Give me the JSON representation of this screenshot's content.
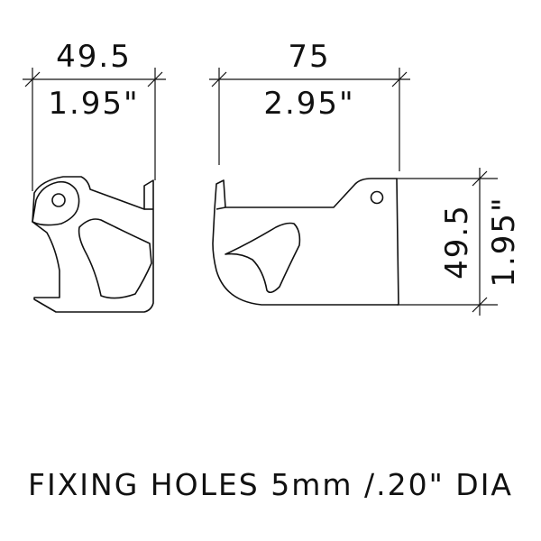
{
  "diagram": {
    "left_part": {
      "width_mm": "49.5",
      "width_in": "1.95\""
    },
    "right_part": {
      "length_mm": "75",
      "length_in": "2.95\"",
      "height_mm": "49.5",
      "height_in": "1.95\""
    },
    "caption": "FIXING HOLES 5mm /.20\" DIA",
    "colors": {
      "ink": "#111111",
      "background": "#ffffff"
    }
  }
}
